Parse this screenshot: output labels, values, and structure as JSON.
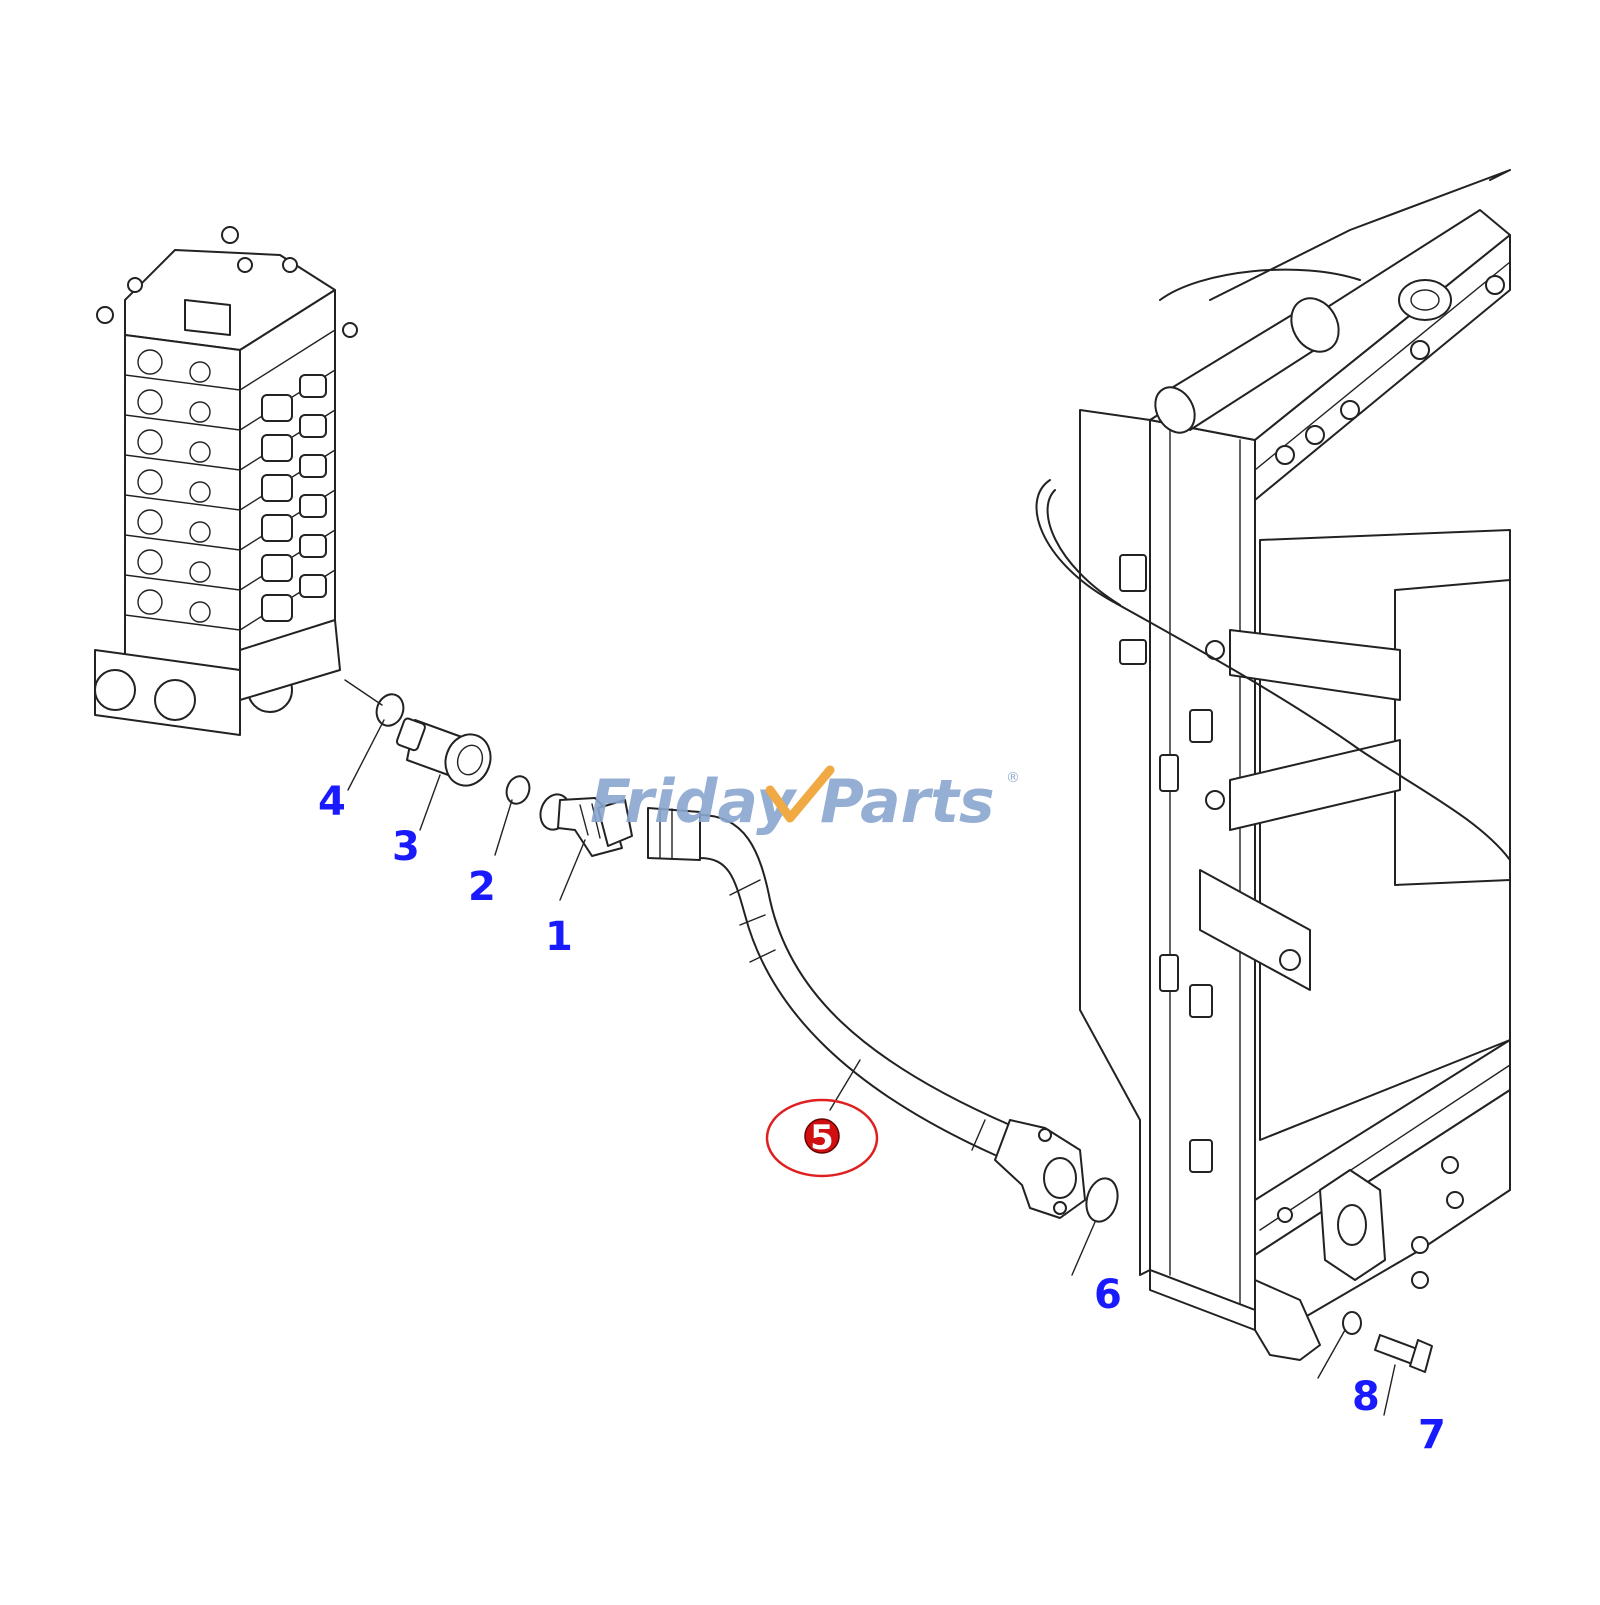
{
  "watermark": {
    "word1": "Friday",
    "word2": "Parts",
    "reg": "®",
    "color": "#8aa6cf",
    "accent": "#f0a030"
  },
  "callouts": [
    {
      "id": "4",
      "label": "4"
    },
    {
      "id": "3",
      "label": "3"
    },
    {
      "id": "2",
      "label": "2"
    },
    {
      "id": "1",
      "label": "1"
    },
    {
      "id": "5",
      "label": "5",
      "highlighted": true
    },
    {
      "id": "6",
      "label": "6"
    },
    {
      "id": "8",
      "label": "8"
    },
    {
      "id": "7",
      "label": "7"
    }
  ],
  "colors": {
    "callout": "#1a1aff",
    "highlight_ring": "#e02020",
    "highlight_fill": "#d01010",
    "line": "#222222"
  }
}
